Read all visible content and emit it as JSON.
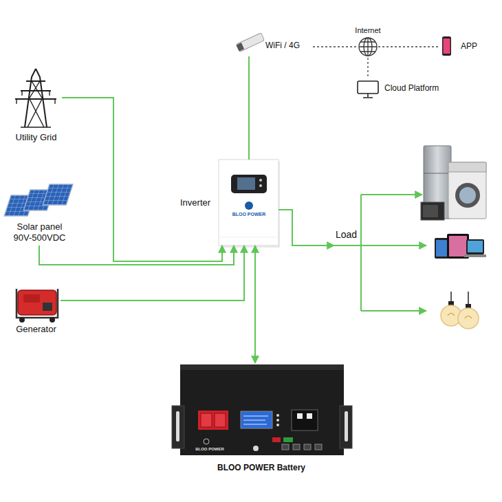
{
  "diagram": {
    "nodes": [
      {
        "text": [
          "WiFi / 4G"
        ]
      },
      {
        "text": [
          "Internet"
        ]
      },
      {
        "text": [
          "APP"
        ]
      },
      {
        "text": [
          "Cloud Platform"
        ]
      },
      {
        "text": [
          "Utility Grid"
        ]
      },
      {
        "text": [
          "Inverter",
          "BLOO POWER"
        ]
      },
      {
        "text": [
          "Solar panel",
          "90V-500VDC"
        ]
      },
      {
        "text": [
          "Load"
        ]
      },
      {
        "text": [
          "Generator"
        ]
      },
      {
        "text": [
          "BLOO POWER",
          "BLOO POWER Battery"
        ]
      }
    ],
    "edges": [
      {
        "from": 4,
        "to": 5,
        "arrow": "to"
      },
      {
        "from": 6,
        "to": 5,
        "arrow": "to"
      },
      {
        "from": 8,
        "to": 5,
        "arrow": "to"
      },
      {
        "from": 5,
        "to": 9,
        "arrow": "both"
      },
      {
        "from": 5,
        "to": 0,
        "arrow": "none"
      },
      {
        "from": 0,
        "to": 1,
        "arrow": "none"
      },
      {
        "from": 1,
        "to": 2,
        "arrow": "none"
      },
      {
        "from": 1,
        "to": 3,
        "arrow": "none"
      },
      {
        "from": 5,
        "to": 7,
        "arrow": "to"
      }
    ]
  }
}
